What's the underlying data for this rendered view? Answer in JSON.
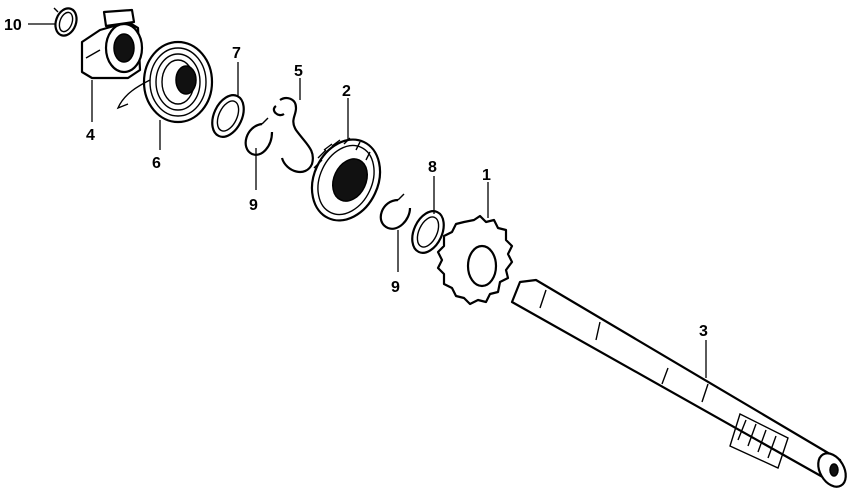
{
  "callouts": {
    "part_10": "10",
    "part_4": "4",
    "part_6": "6",
    "part_7": "7",
    "part_5": "5",
    "part_2": "2",
    "part_9_upper": "9",
    "part_8": "8",
    "part_1": "1",
    "part_9_lower": "9",
    "part_3": "3"
  },
  "colors": {
    "line": "#000000",
    "background": "#ffffff"
  }
}
